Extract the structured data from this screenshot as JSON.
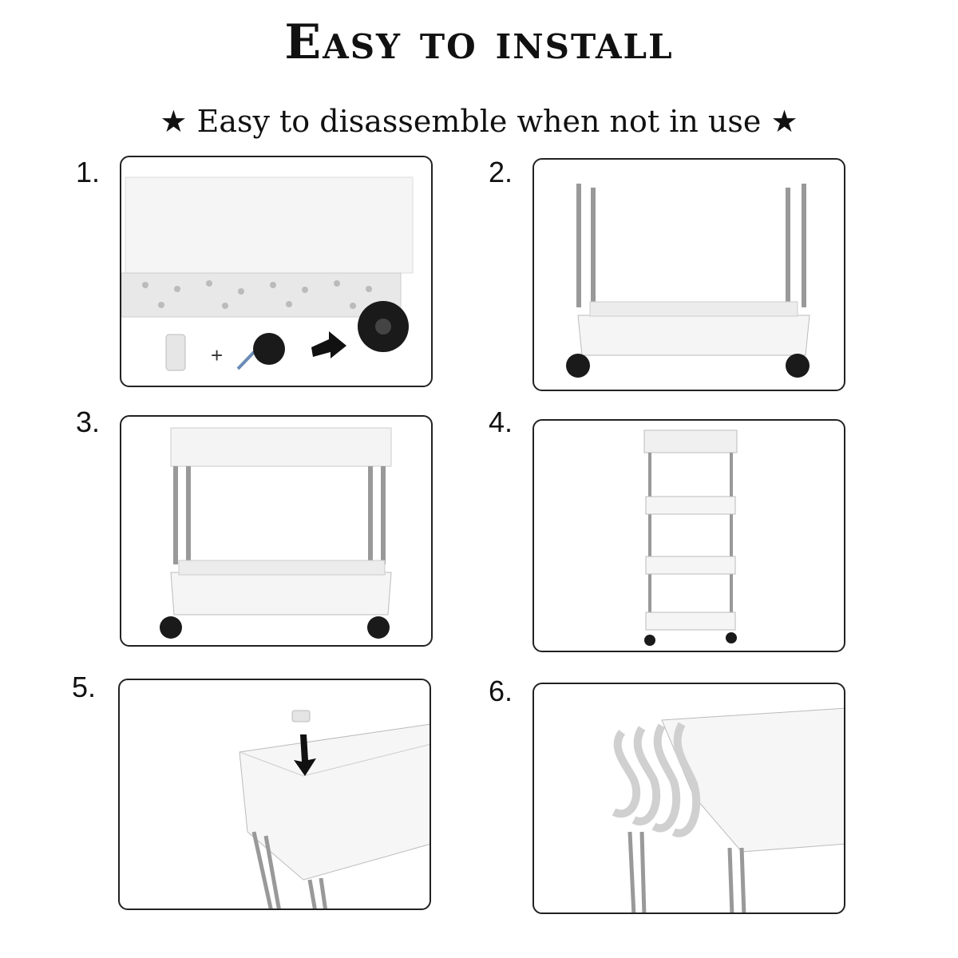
{
  "header": {
    "title": "Easy to install",
    "subtitle": "Easy to disassemble when not in use",
    "star_left": "★",
    "star_right": "★"
  },
  "steps": [
    {
      "number": "1.",
      "plus_sign": "+"
    },
    {
      "number": "2."
    },
    {
      "number": "3."
    },
    {
      "number": "4."
    },
    {
      "number": "5."
    },
    {
      "number": "6."
    }
  ],
  "colors": {
    "border": "#222222",
    "shelf": "#f2f2f2",
    "pole": "#9a9a9a",
    "wheel": "#1a1a1a"
  }
}
